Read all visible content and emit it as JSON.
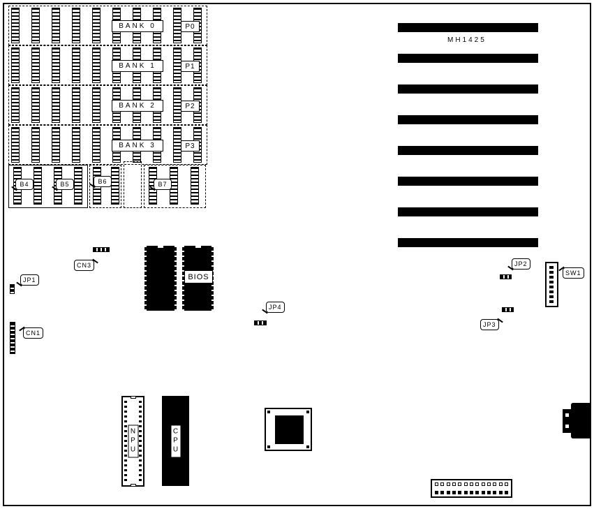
{
  "board": {
    "model": "MH1425"
  },
  "slots": {
    "count": 8
  },
  "memory": {
    "banks": [
      {
        "label": "BANK 0",
        "p_label": "P0",
        "chips": 10
      },
      {
        "label": "BANK 1",
        "p_label": "P1",
        "chips": 10
      },
      {
        "label": "BANK 2",
        "p_label": "P2",
        "chips": 10
      },
      {
        "label": "BANK 3",
        "p_label": "P3",
        "chips": 10
      }
    ],
    "sub_bank_labels": [
      "B4",
      "B5",
      "B6",
      "B7"
    ],
    "sub_groups": [
      {
        "chips": 4
      },
      {
        "chips": 2
      },
      {
        "chips": 0
      },
      {
        "chips": 3
      }
    ]
  },
  "labels": {
    "cn3": "CN3",
    "jp1": "JP1",
    "cn1": "CN1",
    "bios": "BIOS",
    "jp4": "JP4",
    "jp2": "JP2",
    "jp3": "JP3",
    "sw1": "SW1",
    "npu": "NPU",
    "cpu": "CPU"
  },
  "sw1": {
    "switch_count": 8
  },
  "power": {
    "pins_per_row": 13
  }
}
